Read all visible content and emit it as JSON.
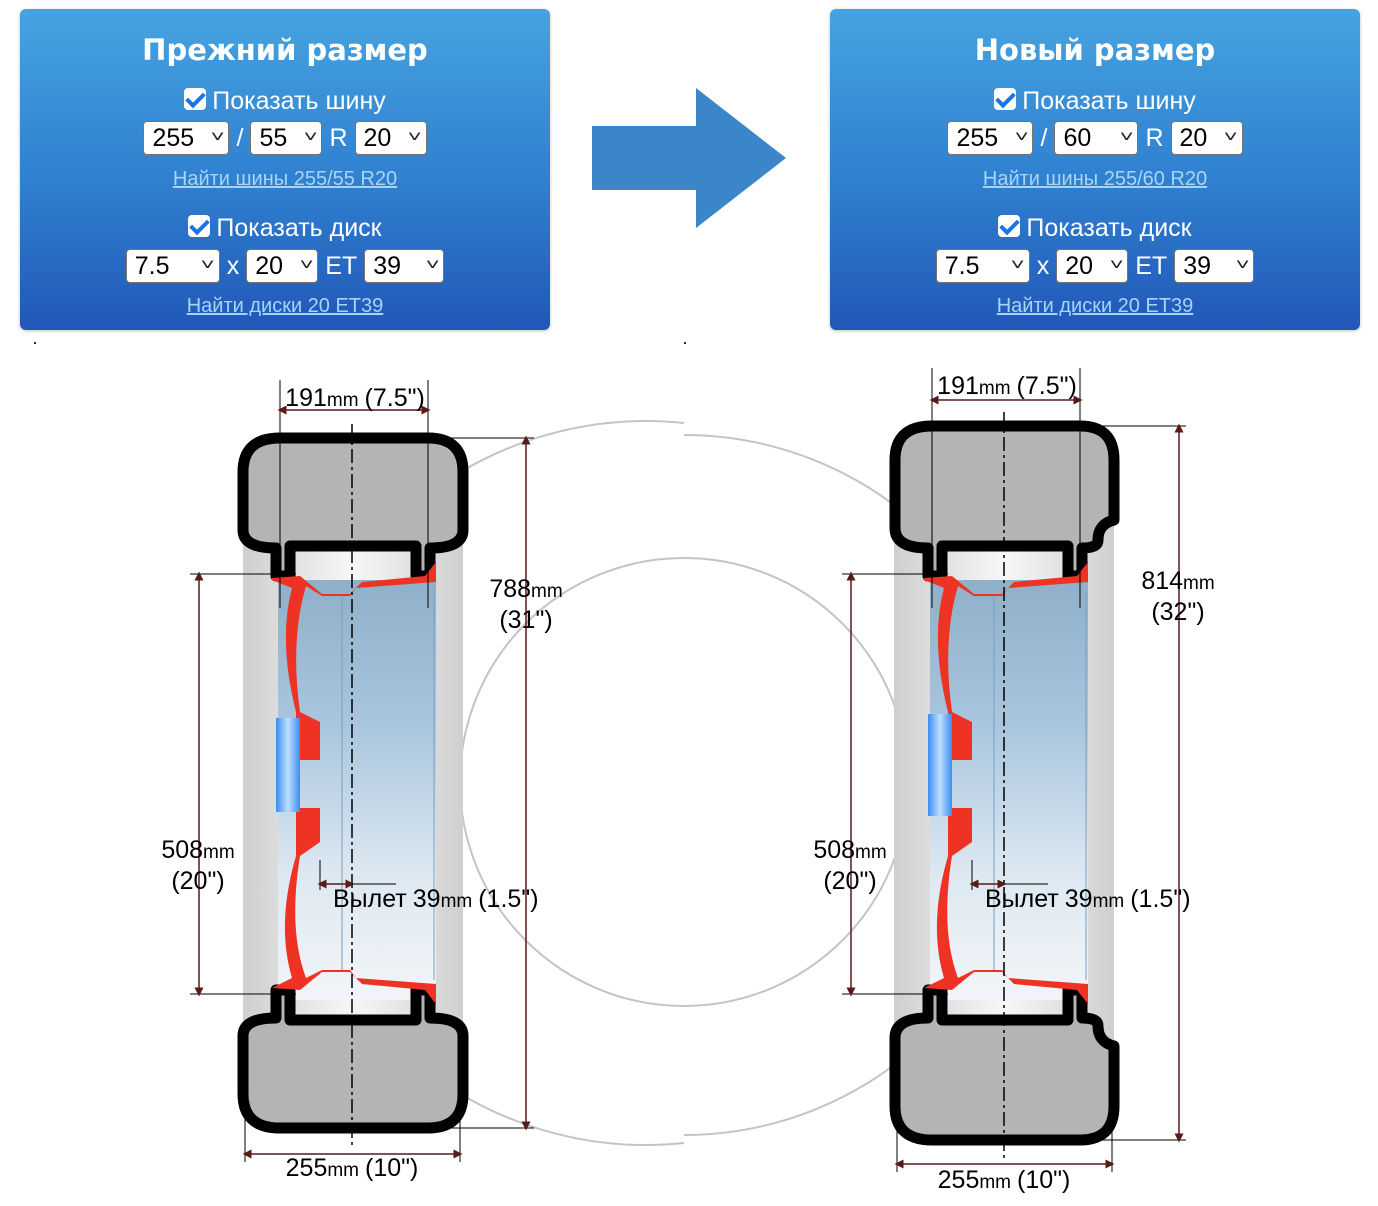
{
  "old": {
    "title": "Прежний размер",
    "show_tire_label": "Показать шину",
    "tire": {
      "width": "255",
      "profile": "55",
      "r_label": "R",
      "diameter": "20",
      "slash": "/"
    },
    "find_tires_link": "Найти шины 255/55 R20",
    "show_disk_label": "Показать диск",
    "disk": {
      "width": "7.5",
      "x_label": "x",
      "diameter": "20",
      "et_label": "ET",
      "et": "39"
    },
    "find_disks_link": "Найти диски 20 ET39",
    "diagram": {
      "rim_width_mm": "191",
      "rim_width_in": "(7.5\")",
      "outer_diameter_mm": "788",
      "outer_diameter_in": "(31\")",
      "rim_diameter_mm": "508",
      "rim_diameter_in": "(20\")",
      "offset_label": "Вылет",
      "offset_mm": "39",
      "offset_in": "(1.5\")",
      "tire_width_mm": "255",
      "tire_width_in": "(10\")",
      "unit": "mm"
    }
  },
  "new": {
    "title": "Новый размер",
    "show_tire_label": "Показать шину",
    "tire": {
      "width": "255",
      "profile": "60",
      "r_label": "R",
      "diameter": "20",
      "slash": "/"
    },
    "find_tires_link": "Найти шины 255/60 R20",
    "show_disk_label": "Показать диск",
    "disk": {
      "width": "7.5",
      "x_label": "x",
      "diameter": "20",
      "et_label": "ET",
      "et": "39"
    },
    "find_disks_link": "Найти диски 20 ET39",
    "diagram": {
      "rim_width_mm": "191",
      "rim_width_in": "(7.5\")",
      "outer_diameter_mm": "814",
      "outer_diameter_in": "(32\")",
      "rim_diameter_mm": "508",
      "rim_diameter_in": "(20\")",
      "offset_label": "Вылет",
      "offset_mm": "39",
      "offset_in": "(1.5\")",
      "tire_width_mm": "255",
      "tire_width_in": "(10\")",
      "unit": "mm"
    }
  },
  "colors": {
    "panel_top": "#46a3e0",
    "panel_bottom": "#2157b8",
    "arrow": "#3a86c8",
    "disk_red": "#ee3324",
    "link": "#a8d4f6"
  }
}
